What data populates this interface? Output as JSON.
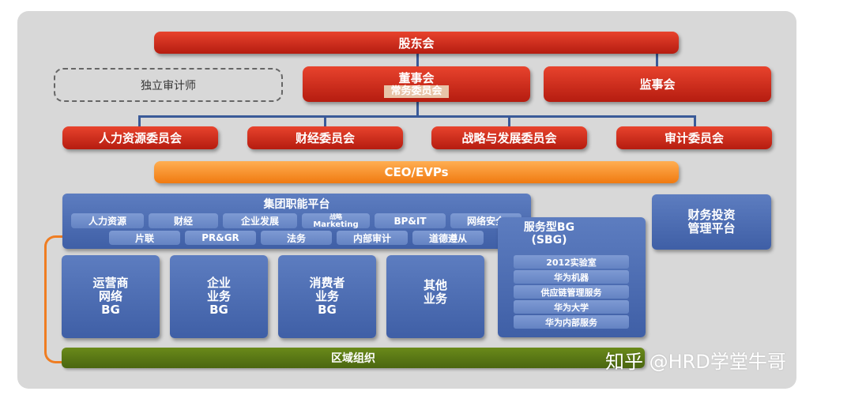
{
  "shareholders": "股东会",
  "auditor": "独立审计师",
  "board": {
    "title": "董事会",
    "sub": "常务委员会"
  },
  "supervisory": "监事会",
  "committees": [
    "人力资源委员会",
    "财经委员会",
    "战略与发展委员会",
    "审计委员会"
  ],
  "ceo": "CEO/EVPs",
  "group_platform": {
    "title": "集团职能平台",
    "row1": [
      "人力资源",
      "财经",
      "企业发展"
    ],
    "strategy_top": "战略",
    "strategy_bottom": "Marketing",
    "row1b": [
      "BP&IT",
      "网络安全"
    ],
    "row2": [
      "片联",
      "PR&GR",
      "法务",
      "内部审计",
      "道德遵从"
    ]
  },
  "bgs": [
    [
      "运营商",
      "网络",
      "BG"
    ],
    [
      "企业",
      "业务",
      "BG"
    ],
    [
      "消费者",
      "业务",
      "BG"
    ],
    [
      "其他",
      "业务"
    ]
  ],
  "sbg": {
    "title1": "服务型BG",
    "title2": "(SBG)",
    "items": [
      "2012实验室",
      "华为机器",
      "供应链管理服务",
      "华为大学",
      "华为内部服务"
    ]
  },
  "finance": [
    "财务投资",
    "管理平台"
  ],
  "region": "区域组织",
  "watermark": "知乎 @HRD学堂牛哥"
}
